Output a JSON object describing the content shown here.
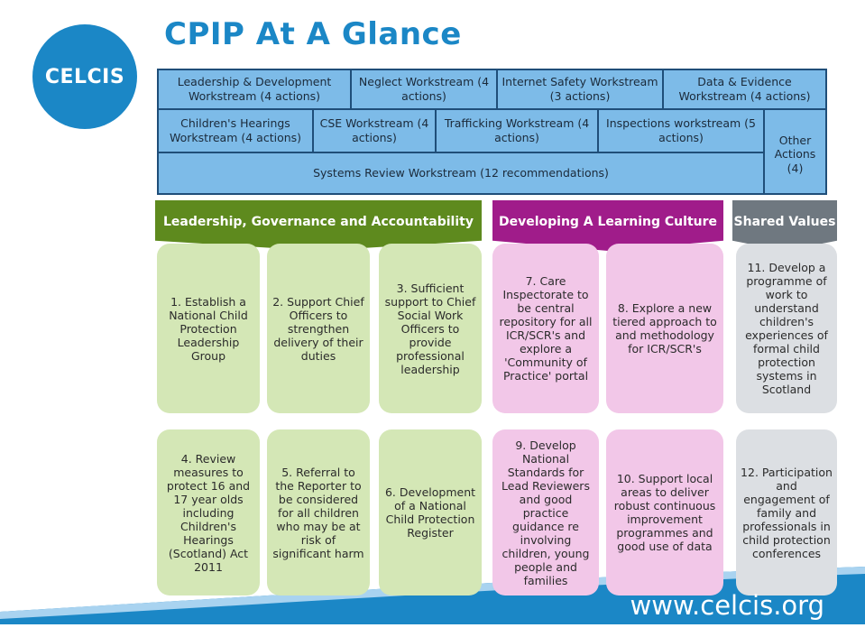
{
  "logo": "CELCIS",
  "title": "CPIP At A Glance",
  "workstreams": {
    "row1": [
      "Leadership & Development Workstream (4 actions)",
      "Neglect Workstream (4 actions)",
      "Internet Safety Workstream (3 actions)",
      "Data & Evidence Workstream (4 actions)"
    ],
    "row2": [
      "Children's Hearings Workstream (4 actions)",
      "CSE Workstream (4 actions)",
      "Trafficking Workstream (4 actions)",
      "Inspections workstream (5 actions)"
    ],
    "systems": "Systems Review Workstream (12 recommendations)",
    "other": "Other Actions (4)"
  },
  "headers": {
    "leadership": "Leadership, Governance and Accountability",
    "learning": "Developing A Learning Culture",
    "shared": "Shared Values"
  },
  "cards": {
    "c1": "1. Establish a National Child Protection Leadership Group",
    "c2": "2. Support Chief Officers to strengthen delivery of their duties",
    "c3": "3. Sufficient support to Chief Social Work Officers to provide professional leadership",
    "c7": "7. Care Inspectorate to be central repository for all ICR/SCR's and explore a 'Community of Practice' portal",
    "c8": "8. Explore a new tiered approach to and methodology for ICR/SCR's",
    "c11": "11. Develop a programme of work to understand children's experiences of formal child protection systems in Scotland",
    "c4": "4. Review measures to protect 16 and 17 year olds including Children's Hearings (Scotland) Act 2011",
    "c5": "5. Referral to the Reporter to be considered for all children who may be at risk of significant harm",
    "c6": "6. Development of a National Child Protection Register",
    "c9": "9. Develop National Standards for Lead Reviewers and good practice guidance re involving children, young people and families",
    "c10": "10. Support local areas to deliver robust continuous improvement programmes and good use of data",
    "c12": "12. Participation and engagement of family and professionals in child protection conferences"
  },
  "url": "www.celcis.org",
  "colors": {
    "brand_blue": "#1b87c6",
    "workstream_blue": "#7dbbe8",
    "leadership_green": "#5e8a1e",
    "learning_purple": "#a01c8a",
    "shared_grey": "#6f7880"
  }
}
